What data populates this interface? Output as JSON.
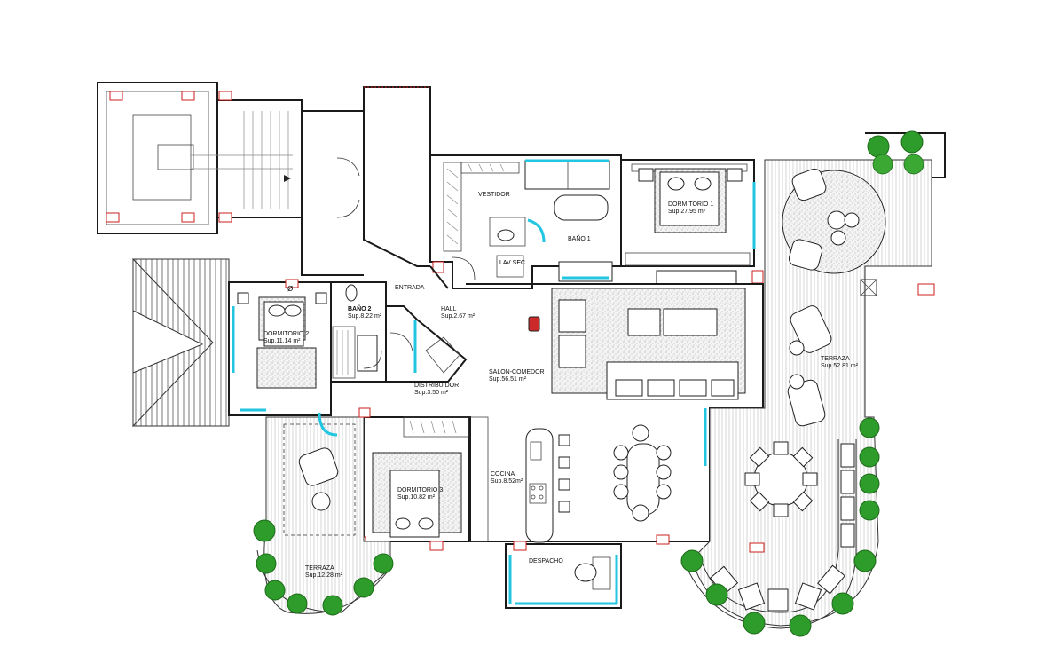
{
  "rooms": {
    "vestidor": {
      "name": "VESTIDOR"
    },
    "bano1": {
      "name": "BAÑO 1"
    },
    "dormitorio1": {
      "name": "DORMITORIO 1",
      "area": "Sup.27.95 m²"
    },
    "terraza_e": {
      "name": "TERRAZA",
      "area": "Sup.52.81 m²"
    },
    "entrada": {
      "name": "ENTRADA"
    },
    "hall": {
      "name": "HALL",
      "area": "Sup.2.67 m²"
    },
    "bano2": {
      "name": "BAÑO 2",
      "area": "Sup.8.22 m²"
    },
    "dormitorio2": {
      "name": "DORMITORIO 2",
      "area": "Sup.11.14 m²"
    },
    "distribuidor": {
      "name": "DISTRIBUIDOR",
      "area": "Sup.3.50 m²"
    },
    "salon": {
      "name": "SALON-COMEDOR",
      "area": "Sup.56.51 m²"
    },
    "cocina": {
      "name": "COCINA",
      "area": "Sup.8.52m²"
    },
    "dormitorio3": {
      "name": "DORMITORIO 3",
      "area": "Sup.10.82 m²"
    },
    "terraza_sw": {
      "name": "TERRAZA",
      "area": "Sup.12.28 m²"
    },
    "despacho": {
      "name": "DESPACHO"
    }
  },
  "fixtures": {
    "lav_sec": "LAV SEC",
    "diameter": "Ø"
  },
  "colors": {
    "walls": "#1a1a1a",
    "glass": "#22c6e0",
    "windows": "#cc1f1f",
    "plants": "#2e9c2a"
  }
}
